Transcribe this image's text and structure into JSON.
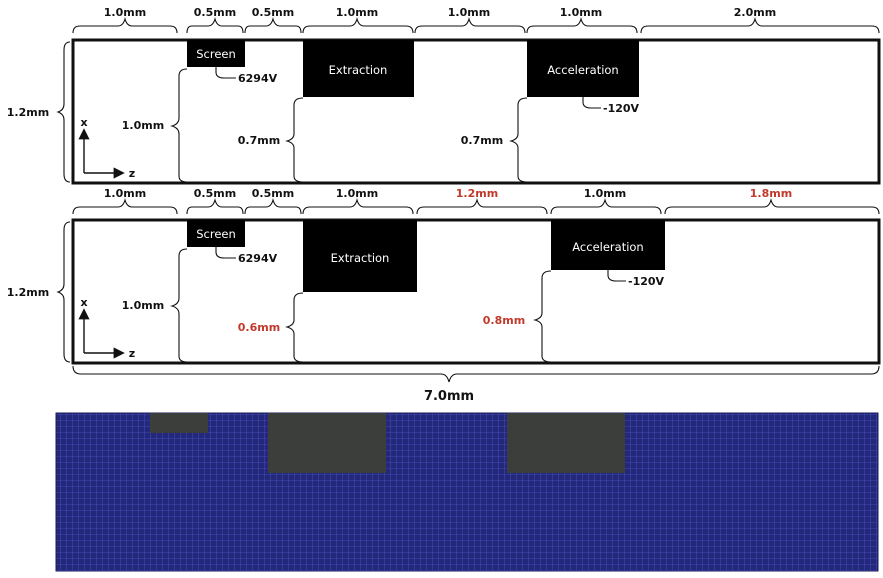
{
  "diagrams": [
    {
      "top_dims": [
        "1.0mm",
        "0.5mm",
        "0.5mm",
        "1.0mm",
        "1.0mm",
        "1.0mm",
        "2.0mm"
      ],
      "height_label": "1.2mm",
      "electrodes": [
        {
          "name": "Screen",
          "voltage": "6294V",
          "depth_label": "1.0mm"
        },
        {
          "name": "Extraction",
          "voltage": "",
          "depth_label": "0.7mm"
        },
        {
          "name": "Acceleration",
          "voltage": "-120V",
          "depth_label": "0.7mm"
        }
      ],
      "axis": {
        "x": "x",
        "z": "z"
      }
    },
    {
      "top_dims": [
        "1.0mm",
        "0.5mm",
        "0.5mm",
        "1.0mm",
        "1.2mm",
        "1.0mm",
        "1.8mm"
      ],
      "top_dims_changed": [
        false,
        false,
        false,
        false,
        true,
        false,
        true
      ],
      "height_label": "1.2mm",
      "electrodes": [
        {
          "name": "Screen",
          "voltage": "6294V",
          "depth_label": "1.0mm",
          "changed": false
        },
        {
          "name": "Extraction",
          "voltage": "",
          "depth_label": "0.6mm",
          "changed": true
        },
        {
          "name": "Acceleration",
          "voltage": "-120V",
          "depth_label": "0.8mm",
          "changed": true
        }
      ],
      "axis": {
        "x": "x",
        "z": "z"
      }
    }
  ],
  "total_length": "7.0mm",
  "colors": {
    "changed_text": "#c0392b",
    "mesh_background": "#24287a",
    "mesh_lines": "#5a64e0",
    "mesh_electrode": "#3b3e3b"
  }
}
